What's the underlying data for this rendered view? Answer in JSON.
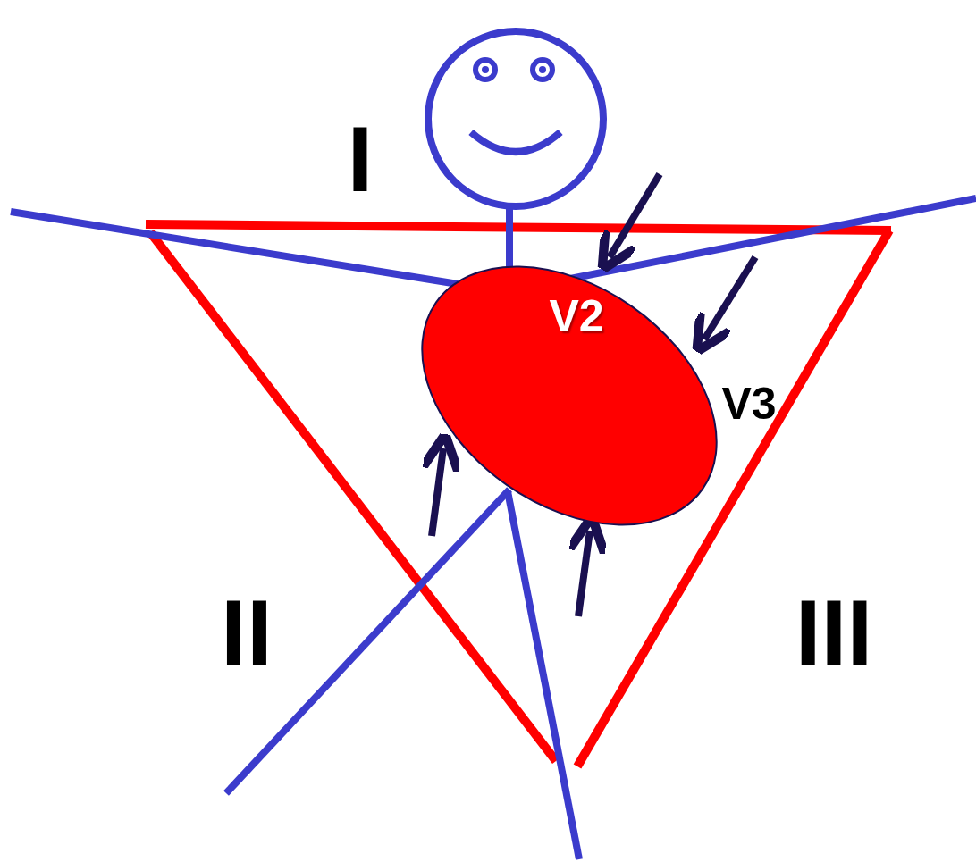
{
  "diagram": {
    "nodes": [
      {
        "text": [
          "V2"
        ]
      }
    ],
    "labels": [
      "I",
      "V3",
      "II",
      "III"
    ]
  }
}
